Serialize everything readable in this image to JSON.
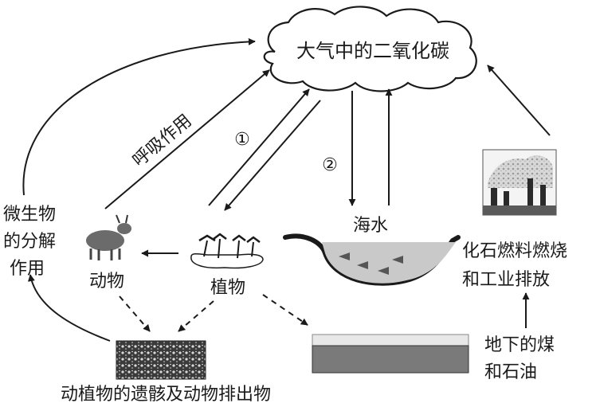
{
  "cloud": {
    "label": "大气中的二氧化碳"
  },
  "seawater": {
    "label": "海水"
  },
  "respiration": {
    "label": "呼吸作用"
  },
  "process_1": {
    "label": "①"
  },
  "process_2": {
    "label": "②"
  },
  "microbe": {
    "line1": "微生物",
    "line2": "的分解",
    "line3": "作用"
  },
  "animal": {
    "label": "动物"
  },
  "plant": {
    "label": "植物"
  },
  "remains": {
    "label": "动植物的遗骸及动物排出物"
  },
  "fossil": {
    "line1": "化石燃料燃烧",
    "line2": "和工业排放"
  },
  "underground": {
    "line1": "地下的煤",
    "line2": "和石油"
  }
}
